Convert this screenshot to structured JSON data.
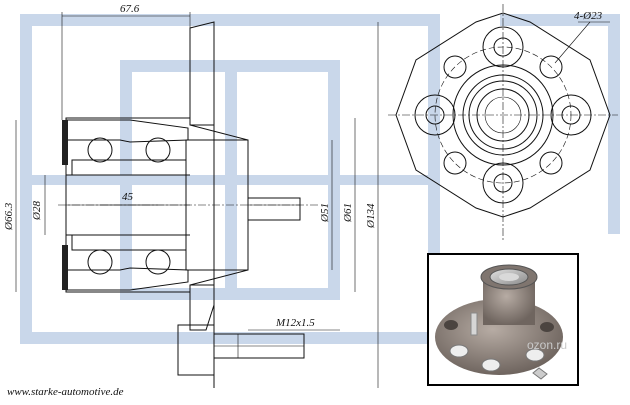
{
  "drawing": {
    "dimensions": {
      "overall_length": "67.6",
      "seal_outer_diameter": "Ø66.3",
      "bore_diameter": "Ø28",
      "bearing_width": "45",
      "pilot_diameter": "Ø51",
      "hub_diameter": "Ø61",
      "flange_diameter": "Ø134",
      "bolt_holes": "4-Ø23",
      "stud_thread": "M12x1.5"
    }
  },
  "photo": {
    "watermark": "ozon.ru"
  },
  "footer": {
    "website": "www.starke-automotive.de"
  },
  "colors": {
    "line": "#111111",
    "watermark": "#c9d7ea",
    "frame": "#000000"
  }
}
